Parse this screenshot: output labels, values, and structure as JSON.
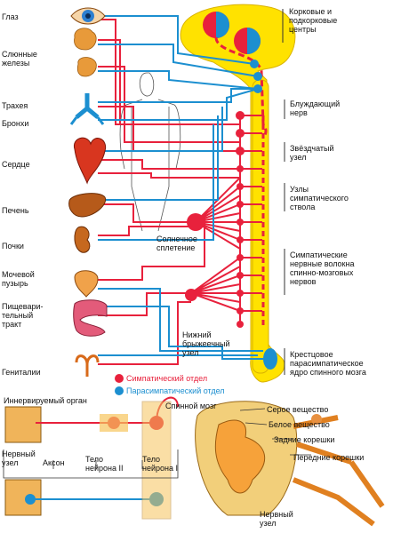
{
  "organs": {
    "eye": "Глаз",
    "salivary": "Слюнные\nжелезы",
    "trachea": "Трахея",
    "bronchi": "Бронхи",
    "heart": "Сердце",
    "liver": "Печень",
    "kidneys": "Почки",
    "bladder": "Мочевой\nпузырь",
    "digestive": "Пищевари-\nтельный\nтракт",
    "genitals": "Гениталии"
  },
  "structures": {
    "cortical_centers": "Корковые и\nподкорковые\nцентры",
    "vagus": "Блуждающий\nнерв",
    "stellate": "Звёздчатый\nузел",
    "trunk_nodes": "Узлы\nсимпатического\nствола",
    "sympathetic_fibers": "Симпатические\nнервные волокна\nспинно-мозговых\nнервов",
    "sacral": "Крестцовое\nпарасимпатическое\nядро спинного мозга",
    "solar_plexus": "Солнечное\nсплетение",
    "lower_mesenteric": "Нижний\nбрыжеечный\nузел"
  },
  "legend": {
    "sympathetic": "Симпатический отдел",
    "parasympathetic": "Парасимпатический отдел",
    "sympathetic_color": "#e8213c",
    "parasympathetic_color": "#1c8fd0"
  },
  "bottom": {
    "innervated_organ": "Иннервируемый орган",
    "spinal_cord": "Спинной мозг",
    "nerve_node": "Нервный\nузел",
    "axon": "Аксон",
    "neuron2": "Тело\nнейрона II",
    "neuron1": "Тело\nнейрона I"
  },
  "cross_section": {
    "gray_matter": "Серое вещество",
    "white_matter": "Белое вещество",
    "dorsal_roots": "Задние корешки",
    "ventral_roots": "Передние корешки",
    "nerve_node": "Нервный\nузел"
  }
}
